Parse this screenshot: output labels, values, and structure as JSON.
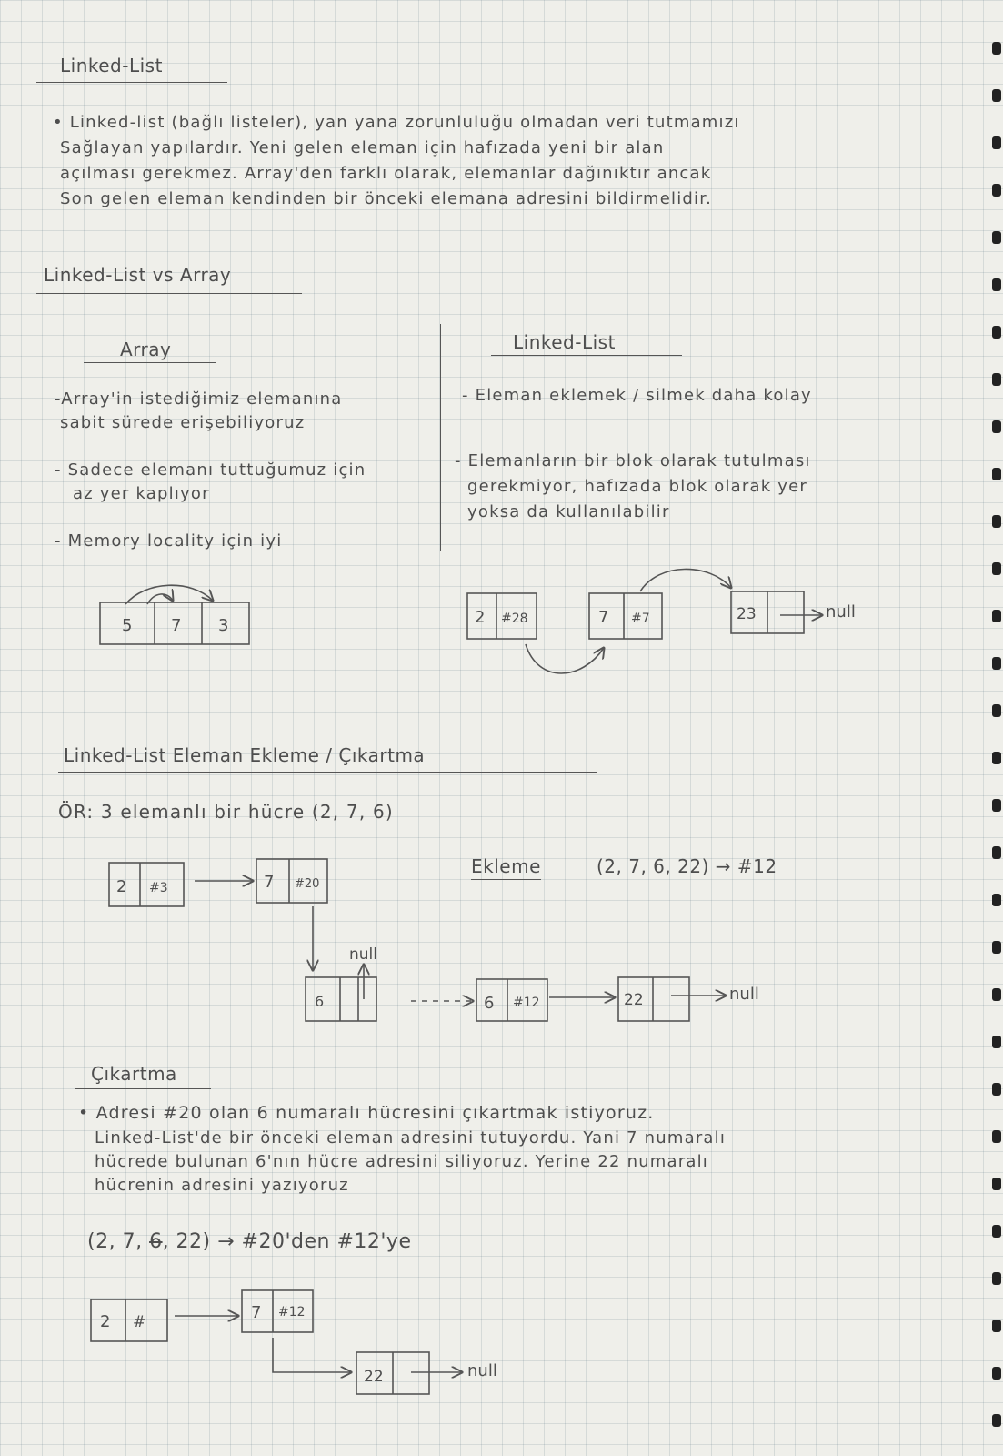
{
  "title": "Linked-List",
  "intro": [
    "• Linked-list (bağlı listeler), yan yana zorunluluğu olmadan veri tutmamızı",
    "Sağlayan yapılardır. Yeni gelen eleman için hafızada yeni bir alan",
    "açılması gerekmez. Array'den farklı olarak, elemanlar dağınıktır ancak",
    "Son gelen eleman kendinden bir önceki elemana adresini bildirmelidir."
  ],
  "compare": {
    "title": "Linked-List vs Array",
    "array": {
      "title": "Array",
      "points": [
        [
          "-Array'in istediğimiz elemanına",
          "sabit sürede erişebiliyoruz"
        ],
        [
          "- Sadece elemanı tuttuğumuz için",
          "az yer kaplıyor"
        ],
        [
          "- Memory locality için iyi"
        ]
      ],
      "cells": [
        "5",
        "7",
        "3"
      ]
    },
    "linked": {
      "title": "Linked-List",
      "points": [
        [
          "- Eleman eklemek / silmek daha kolay"
        ],
        [
          "- Elemanların bir blok olarak tutulması",
          "gerekmiyor, hafızada blok olarak yer",
          "yoksa da kullanılabilir"
        ]
      ],
      "nodes": [
        {
          "value": "2",
          "addr": "#28"
        },
        {
          "value": "7",
          "addr": "#7"
        },
        {
          "value": "23",
          "addr": ""
        }
      ],
      "null_label": "null"
    }
  },
  "insert": {
    "title": "Linked-List Eleman Ekleme / Çıkartma",
    "example": "ÖR: 3 elemanlı bir hücre (2, 7, 6)",
    "nodes": [
      {
        "value": "2",
        "addr": "#3"
      },
      {
        "value": "7",
        "addr": "#20"
      },
      {
        "value": "6",
        "addr": ""
      }
    ],
    "null_label": "null",
    "add_label": "Ekleme",
    "add_expr": "(2, 7, 6, 22) → #12",
    "new_nodes": [
      {
        "value": "6",
        "addr": "#12"
      },
      {
        "value": "22",
        "addr": ""
      }
    ]
  },
  "remove": {
    "title": "Çıkartma",
    "text": [
      "• Adresi #20 olan 6 numaralı hücresini çıkartmak istiyoruz.",
      "Linked-List'de bir önceki eleman adresini tutuyordu. Yani 7 numaralı",
      "hücrede bulunan 6'nın hücre adresini siliyoruz. Yerine 22 numaralı",
      "hücrenin adresini yazıyoruz"
    ],
    "expr_prefix": "(2, 7, ",
    "expr_struck": "6",
    "expr_suffix": ", 22) → #20'den #12'ye",
    "nodes": [
      {
        "value": "2",
        "addr": "#"
      },
      {
        "value": "7",
        "addr": "#12"
      },
      {
        "value": "22",
        "addr": ""
      }
    ],
    "null_label": "null"
  }
}
